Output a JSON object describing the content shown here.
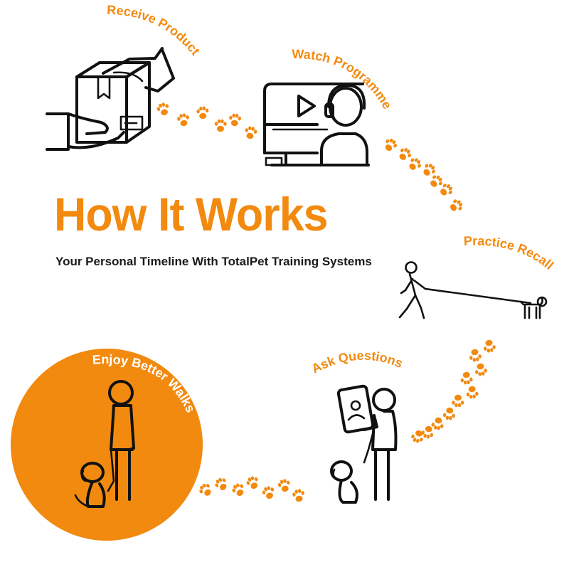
{
  "title": "How It Works",
  "subtitle": "Your Personal Timeline With TotalPet Training Systems",
  "colors": {
    "accent": "#F28A10",
    "ink": "#111111",
    "background": "#FFFFFF"
  },
  "steps": [
    {
      "label": "Receive Product",
      "icon": "box-handover-icon"
    },
    {
      "label": "Watch Programme",
      "icon": "video-watching-person-icon"
    },
    {
      "label": "Practice Recall",
      "icon": "walker-with-long-leash-dog-icon"
    },
    {
      "label": "Ask Questions",
      "icon": "video-call-phone-with-dog-icon"
    },
    {
      "label": "Enjoy Better Walks",
      "icon": "person-with-sitting-dog-icon"
    }
  ],
  "connector_icon": "paw-prints-icon"
}
